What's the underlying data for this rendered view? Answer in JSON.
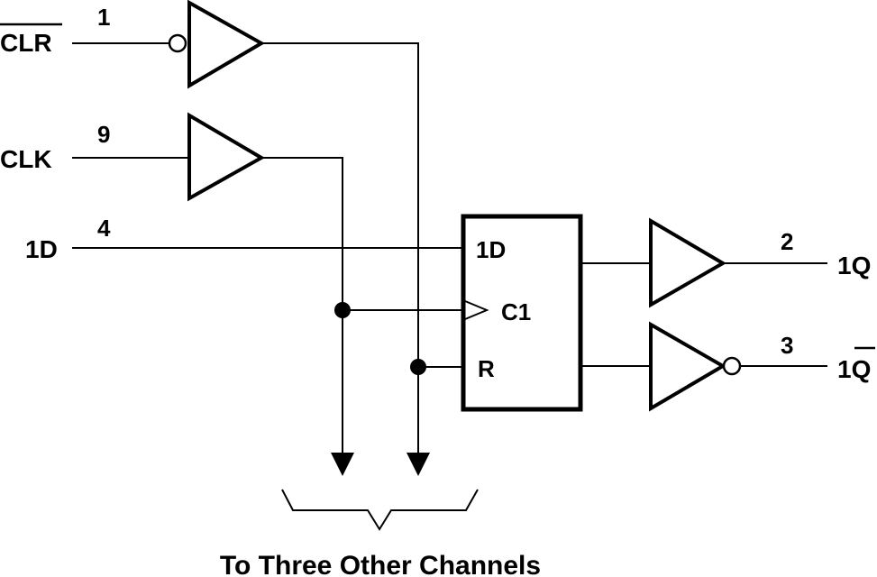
{
  "inputs": {
    "clr": {
      "label": "CLR",
      "pin": "1"
    },
    "clk": {
      "label": "CLK",
      "pin": "9"
    },
    "d": {
      "label": "1D",
      "pin": "4"
    }
  },
  "flipflop": {
    "d_label": "1D",
    "clock_label": "C1",
    "reset_label": "R"
  },
  "outputs": {
    "q": {
      "label": "1Q",
      "pin": "2"
    },
    "qbar": {
      "label": "1Q",
      "pin": "3"
    }
  },
  "caption": "To Three Other Channels"
}
